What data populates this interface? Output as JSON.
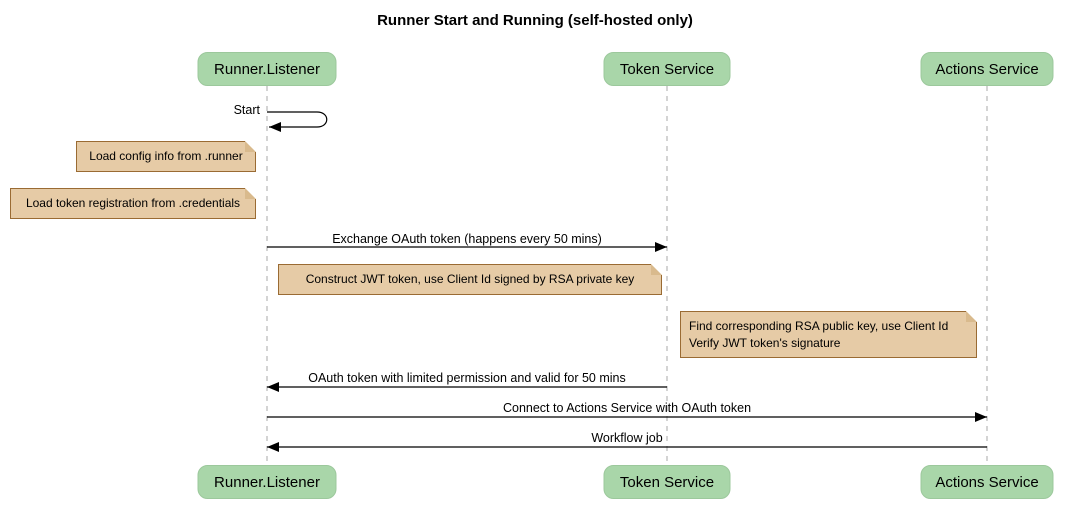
{
  "diagram": {
    "title": "Runner Start and Running (self-hosted only)",
    "participants": [
      {
        "name": "Runner.Listener"
      },
      {
        "name": "Token Service"
      },
      {
        "name": "Actions Service"
      }
    ],
    "messages": [
      {
        "label": "Start",
        "from": "Runner.Listener",
        "to": "Runner.Listener",
        "kind": "self"
      },
      {
        "label": "Exchange OAuth token (happens every 50 mins)",
        "from": "Runner.Listener",
        "to": "Token Service",
        "kind": "arrow"
      },
      {
        "label": "OAuth token with limited permission and valid for 50 mins",
        "from": "Token Service",
        "to": "Runner.Listener",
        "kind": "arrow"
      },
      {
        "label": "Connect to Actions Service with OAuth token",
        "from": "Runner.Listener",
        "to": "Actions Service",
        "kind": "arrow"
      },
      {
        "label": "Workflow job",
        "from": "Actions Service",
        "to": "Runner.Listener",
        "kind": "arrow"
      }
    ],
    "notes": [
      {
        "text": "Load config info from .runner",
        "position": "left of Runner.Listener"
      },
      {
        "text": "Load token registration from .credentials",
        "position": "left of Runner.Listener"
      },
      {
        "text": "Construct JWT token, use Client Id signed by RSA private key",
        "position": "left of Token Service"
      },
      {
        "lines": [
          "Find corresponding RSA public key, use Client Id",
          "Verify JWT token's signature"
        ],
        "position": "left of Actions Service"
      }
    ],
    "colors": {
      "participant_fill": "#a9d6a9",
      "participant_border": "#9cc89c",
      "note_fill": "#e6cba6",
      "note_border": "#9a6b33",
      "lifeline": "#aaaaaa",
      "arrow": "#000000",
      "text": "#000000",
      "background": "#ffffff"
    }
  }
}
